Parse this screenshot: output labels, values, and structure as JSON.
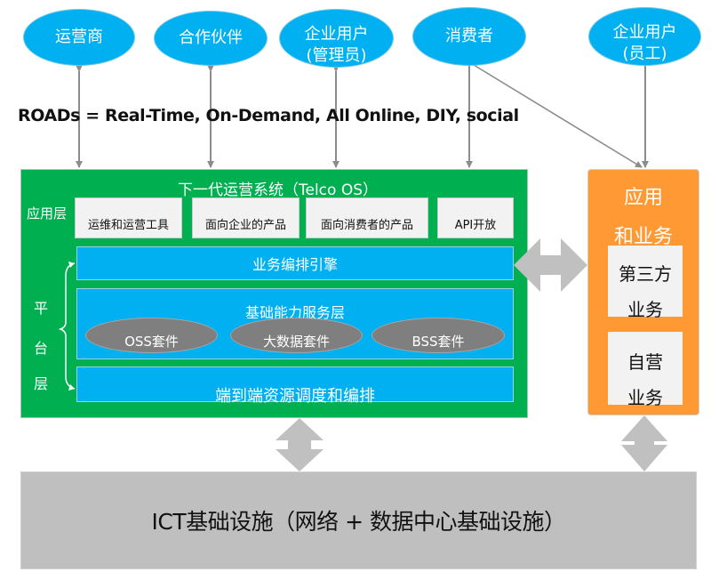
{
  "actors": [
    {
      "id": "operator",
      "label": "运营商"
    },
    {
      "id": "partner",
      "label": "合作伙伴"
    },
    {
      "id": "enterprise-admin",
      "label": "企业用户",
      "sublabel": "(管理员)"
    },
    {
      "id": "consumer",
      "label": "消费者"
    },
    {
      "id": "enterprise-staff",
      "label": "企业用户",
      "sublabel": "(员工)"
    }
  ],
  "roads_line": "ROADs = Real-Time, On-Demand, All Online, DIY, social",
  "telco_os": {
    "title": "下一代运营系统（Telco OS）",
    "app_layer_label": "应用层",
    "app_boxes": [
      "运维和运营工具",
      "面向企业的产品",
      "面向消费者的产品",
      "API开放"
    ],
    "platform_layer_label": [
      "平",
      "台",
      "层"
    ],
    "orchestration_engine": "业务编排引擎",
    "capability_layer": {
      "title": "基础能力服务层",
      "suites": [
        "OSS套件",
        "大数据套件",
        "BSS套件"
      ]
    },
    "e2e_resource": "端到端资源调度和编排"
  },
  "apps_services": {
    "title_lines": [
      "应用",
      "和业务"
    ],
    "third_party": [
      "第三方",
      "业务"
    ],
    "self_operated": [
      "自营",
      "业务"
    ]
  },
  "ict_infrastructure": "ICT基础设施（网络 + 数据中心基础设施）",
  "colors": {
    "actor_blue": "#00b0f0",
    "telco_green": "#00b050",
    "apps_orange": "#ff9933",
    "infra_gray": "#bfbfbf",
    "arrow_gray": "#8c8c8c",
    "block_arrow_gray": "#c0c0c0",
    "suite_gray": "#7f7f7f"
  }
}
